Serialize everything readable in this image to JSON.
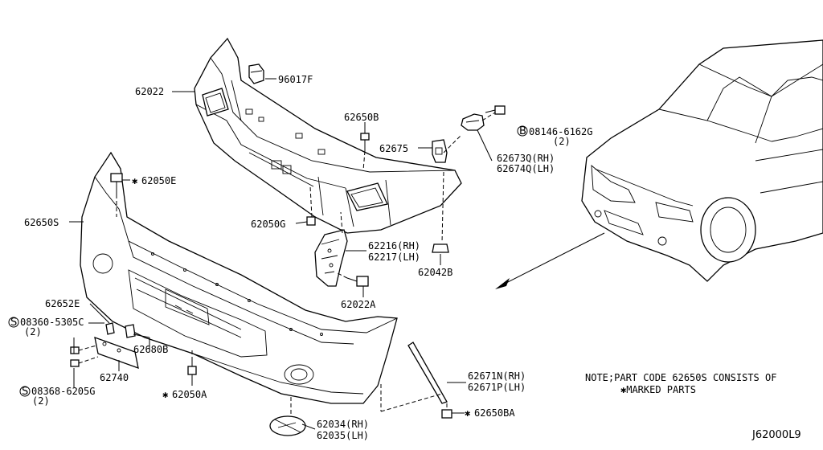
{
  "labels": {
    "p96017F": "96017F",
    "p62022": "62022",
    "p62650B": "62650B",
    "p62675": "62675",
    "p08146": "08146-6162G",
    "p08146_qty": "(2)",
    "p62673Q": "62673Q(RH)",
    "p62674Q": "62674Q(LH)",
    "p62050E": "62050E",
    "p62650S": "62650S",
    "p62050G": "62050G",
    "p62216": "62216(RH)",
    "p62217": "62217(LH)",
    "p62042B": "62042B",
    "p62022A": "62022A",
    "p62652E": "62652E",
    "p08360": "08360-5305C",
    "p08360_qty": "(2)",
    "p62680B": "62680B",
    "p62740": "62740",
    "p08368": "08368-6205G",
    "p08368_qty": "(2)",
    "p62050A": "62050A",
    "p62671N": "62671N(RH)",
    "p62671P": "62671P(LH)",
    "p62650BA": "62650BA",
    "p62034": "62034(RH)",
    "p62035": "62035(LH)"
  },
  "symbols": {
    "marked": "✱",
    "screw_s": "S",
    "bolt_b": "B"
  },
  "note": {
    "line1": "NOTE;PART CODE 62650S CONSISTS OF",
    "line2": "✱MARKED PARTS"
  },
  "diagram_ref": "J62000L9"
}
